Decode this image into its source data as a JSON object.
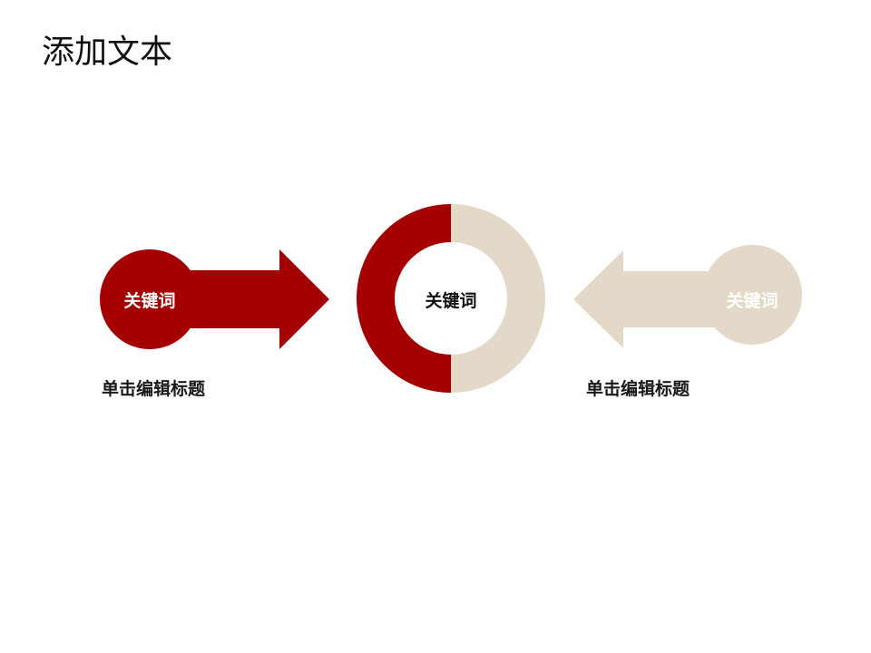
{
  "slide": {
    "title": "添加文本",
    "left": {
      "keyword": "关键词",
      "subtitle": "单击编辑标题",
      "color": "#a50000"
    },
    "center": {
      "keyword": "关键词",
      "left_color": "#a50000",
      "right_color": "#e4d9c9"
    },
    "right": {
      "keyword": "关键词",
      "subtitle": "单击编辑标题",
      "color": "#e4d9c9"
    }
  }
}
